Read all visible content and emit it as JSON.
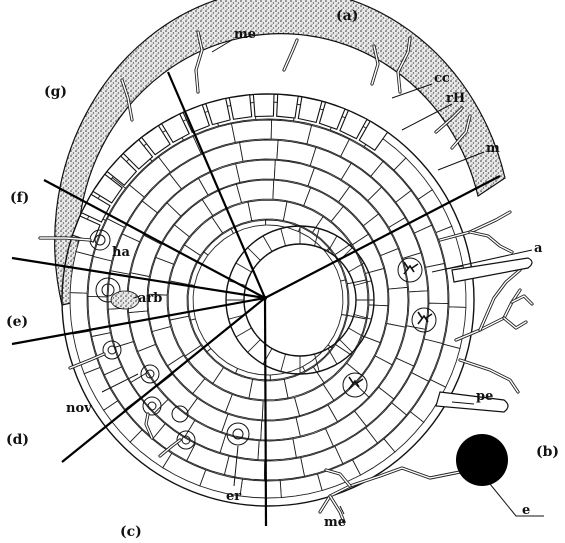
{
  "diagram": {
    "section_labels": {
      "a": "(a)",
      "b": "(b)",
      "c": "(c)",
      "d": "(d)",
      "e": "(e)",
      "f": "(f)",
      "g": "(g)"
    },
    "labels": {
      "me_top": "me",
      "cc": "cc",
      "rH": "rH",
      "m": "m",
      "a": "a",
      "pe": "pe",
      "e": "e",
      "me_bottom": "me",
      "er": "er",
      "nov": "nov",
      "arb": "arb",
      "ha": "ha"
    },
    "colors": {
      "ink": "#111111",
      "mantle_stipple": "#cfcfcf",
      "spore": "#000000"
    }
  }
}
